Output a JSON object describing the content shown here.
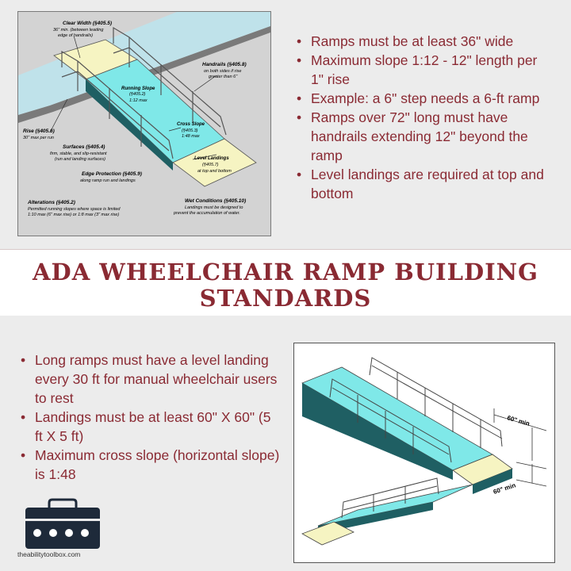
{
  "title": "ADA WHEELCHAIR RAMP BUILDING STANDARDS",
  "top_diagram": {
    "labels": {
      "clear_width_title": "Clear Width (§405.5)",
      "clear_width_body1": "36\" min. (between leading",
      "clear_width_body2": "edge of handrails)",
      "handrails_title": "Handrails (§405.8)",
      "handrails_body1": "on both sides if rise",
      "handrails_body2": "greater than 6\"",
      "running_slope_title": "Running Slope",
      "running_slope_ref": "(§405.2)",
      "running_slope_body": "1:12 max",
      "cross_slope_title": "Cross Slope",
      "cross_slope_ref": "(§405.3)",
      "cross_slope_body": "1:48 max",
      "rise_title": "Rise (§405.6)",
      "rise_body": "30\" max per run",
      "surfaces_title": "Surfaces (§405.4)",
      "surfaces_body1": "firm, stable, and slip-resistant",
      "surfaces_body2": "(run and landing surfaces)",
      "edge_title": "Edge Protection (§405.9)",
      "edge_body": "along ramp run and landings",
      "level_title": "Level Landings",
      "level_ref": "(§405.7)",
      "level_body": "at top and bottom",
      "alterations_title": "Alterations (§405.2)",
      "alterations_body1": "Permitted running slopes where space is limited",
      "alterations_body2": "1:10 max (6\" max rise) or 1:8 max (3\" max rise)",
      "wet_title": "Wet Conditions (§405.10)",
      "wet_body1": "Landings must be designed to",
      "wet_body2": "prevent the accumulation of water."
    }
  },
  "top_bullets": [
    "Ramps must be at least 36\" wide",
    "Maximum slope 1:12 - 12\" length per 1\" rise",
    "Example: a 6\" step needs a 6-ft ramp",
    "Ramps over 72\" long must have handrails extending 12\" beyond the ramp",
    "Level landings are required at top and bottom"
  ],
  "bottom_bullets": [
    "Long ramps must have a level landing every 30 ft for manual wheelchair users to rest",
    "Landings must be at least 60\" X 60\" (5 ft X 5 ft)",
    "Maximum cross slope (horizontal slope) is 1:48"
  ],
  "bottom_diagram": {
    "dim_label_1": "60\" min",
    "dim_label_2": "60\" min"
  },
  "footer": {
    "website": "theabilitytoolbox.com"
  },
  "colors": {
    "accent": "#8a2a33",
    "ramp_surface": "#7fe8e8",
    "ramp_side": "#1f5f63",
    "landing": "#f6f4c2",
    "water_blue": "#bfe2ea"
  }
}
